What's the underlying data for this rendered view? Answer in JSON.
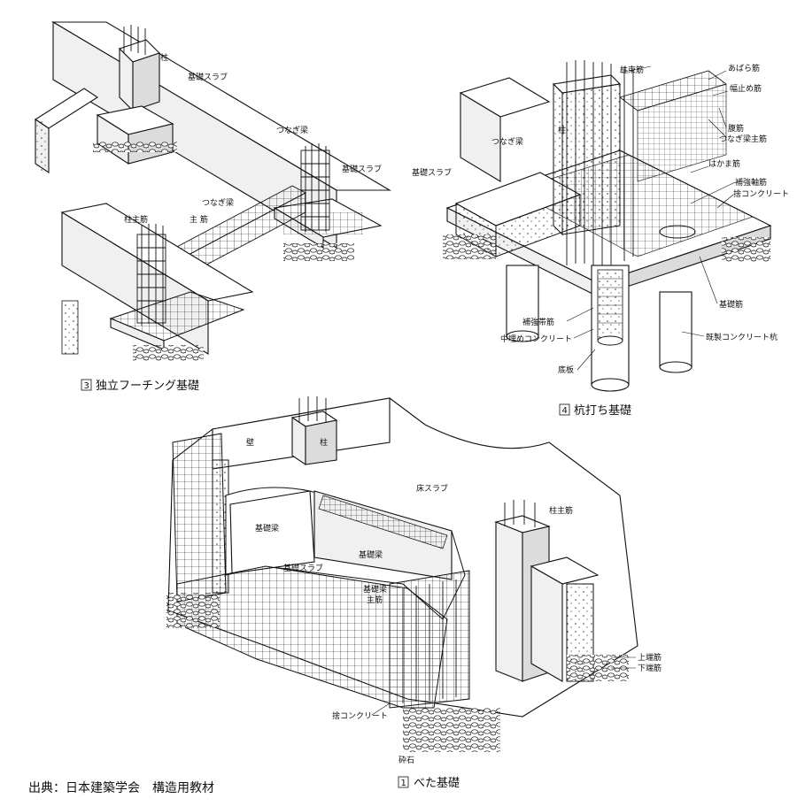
{
  "figure3": {
    "number": "3",
    "caption": "独立フーチング基礎",
    "labels": {
      "column": "柱",
      "foundation_slab_1": "基礎スラブ",
      "tie_beam_1": "つなぎ梁",
      "foundation_slab_2": "基礎スラブ",
      "tie_beam_2": "つなぎ梁",
      "main_bar": "主 筋",
      "column_main_bar": "柱主筋"
    }
  },
  "figure4": {
    "number": "4",
    "caption": "杭打ち基礎",
    "labels": {
      "column_bar": "柱束筋",
      "abara": "あばら筋",
      "stopper": "幅止め筋",
      "waist_bar": "腹筋",
      "tie_main_bar": "つなぎ梁主筋",
      "tie_beam": "つなぎ梁",
      "column": "柱",
      "foundation_slab": "基礎スラブ",
      "hakama": "はかま筋",
      "reinforce": "補強軸筋",
      "lean_concrete": "捨コンクリート",
      "base_bar": "基礎筋",
      "spiral": "補強帯筋",
      "fill_concrete": "中埋めコンクリート",
      "bottom_plate": "底板",
      "precast_pile": "既製コンクリート杭"
    }
  },
  "figure1": {
    "number": "1",
    "caption": "べた基礎",
    "labels": {
      "wall": "壁",
      "column": "柱",
      "floor_slab": "床スラブ",
      "column_main_bar": "柱主筋",
      "foundation_beam_1": "基礎梁",
      "foundation_beam_2": "基礎梁",
      "foundation_slab": "基礎スラブ",
      "foundation_beam_main": "基礎梁",
      "main_bar": "主筋",
      "top_bar": "上端筋",
      "bottom_bar": "下端筋",
      "lean_concrete": "捨コンクリート",
      "gravel": "砕石"
    }
  },
  "source": "出典：日本建築学会　構造用教材"
}
